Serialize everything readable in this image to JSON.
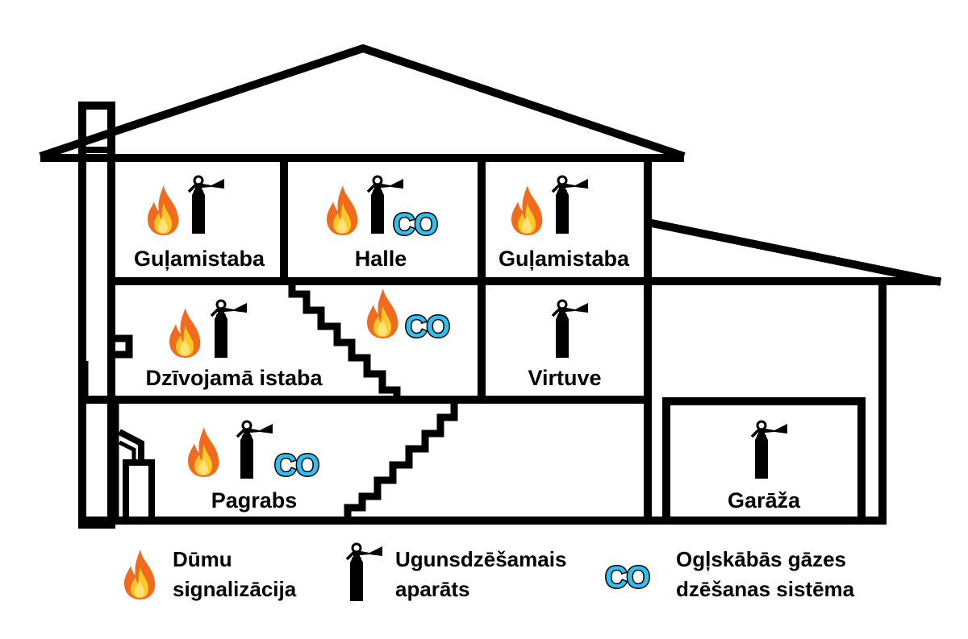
{
  "diagram": {
    "colors": {
      "wall": "#000000",
      "background": "#ffffff",
      "flame_outer": "#f26a1b",
      "flame_inner": "#ffc928",
      "co_fill": "#2fc0ef",
      "co_outline": "#000000"
    },
    "rooms": [
      {
        "id": "bedroom-left",
        "label": "Guļamistaba",
        "icons": [
          "smoke-alarm",
          "extinguisher"
        ]
      },
      {
        "id": "hall",
        "label": "Halle",
        "icons": [
          "smoke-alarm",
          "extinguisher",
          "co"
        ]
      },
      {
        "id": "bedroom-right",
        "label": "Guļamistaba",
        "icons": [
          "smoke-alarm",
          "extinguisher"
        ]
      },
      {
        "id": "living-room",
        "label": "Dzīvojamā istaba",
        "icons": [
          "smoke-alarm",
          "extinguisher"
        ]
      },
      {
        "id": "stairwell",
        "label": "",
        "icons": [
          "smoke-alarm",
          "co"
        ]
      },
      {
        "id": "kitchen",
        "label": "Virtuve",
        "icons": [
          "extinguisher"
        ]
      },
      {
        "id": "basement",
        "label": "Pagrabs",
        "icons": [
          "smoke-alarm",
          "extinguisher",
          "co"
        ]
      },
      {
        "id": "garage",
        "label": "Garāža",
        "icons": [
          "extinguisher"
        ]
      }
    ],
    "co_text": "CO",
    "legend": [
      {
        "icon": "smoke-alarm",
        "line1": "Dūmu",
        "line2": "signalizācija"
      },
      {
        "icon": "extinguisher",
        "line1": "Ugunsdzēšamais",
        "line2": "aparāts"
      },
      {
        "icon": "co",
        "line1": "Ogļskābās gāzes",
        "line2": "dzēšanas sistēma"
      }
    ]
  }
}
